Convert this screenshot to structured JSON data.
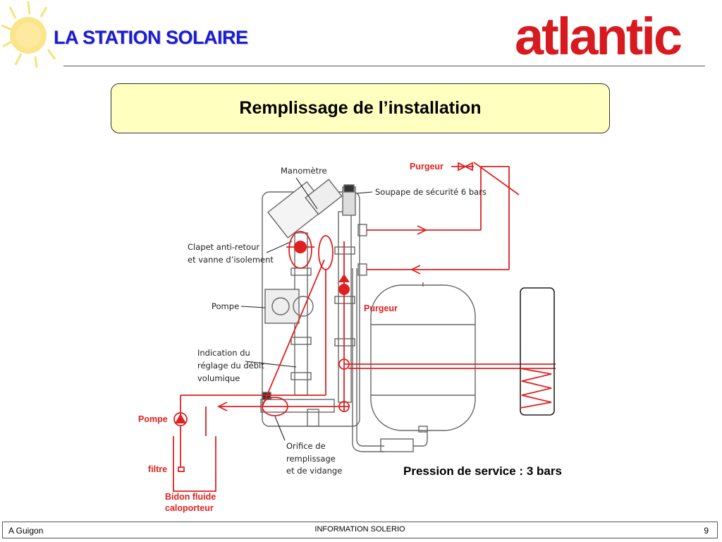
{
  "header": {
    "title": "LA STATION SOLAIRE",
    "logo_text": "atlantic",
    "logo_color": "#d71920",
    "title_color": "#1c1cd0"
  },
  "banner": {
    "text": "Remplissage de l’installation",
    "background": "#ffffc0"
  },
  "diagram": {
    "labels": {
      "manometre": "Manomètre",
      "purgeur_top": "Purgeur",
      "soupape": "Soupape de sécurité 6 bars",
      "clapet_1": "Clapet anti-retour",
      "clapet_2": "et vanne d’isolement",
      "pompe": "Pompe",
      "purgeur_mid": "Purgeur",
      "indication_1": "Indication du",
      "indication_2": "réglage du débit",
      "indication_3": "volumique",
      "pompe_ext": "Pompe",
      "filtre": "filtre",
      "orifice_1": "Orifice de",
      "orifice_2": "remplissage",
      "orifice_3": "et de vidange",
      "bidon_1": "Bidon fluide",
      "bidon_2": "caloporteur",
      "pression": "Pression de service : 3 bars"
    },
    "accent_color": "#e02020"
  },
  "footer": {
    "author": "A Guigon",
    "center": "INFORMATION SOLERIO",
    "page": "9"
  }
}
